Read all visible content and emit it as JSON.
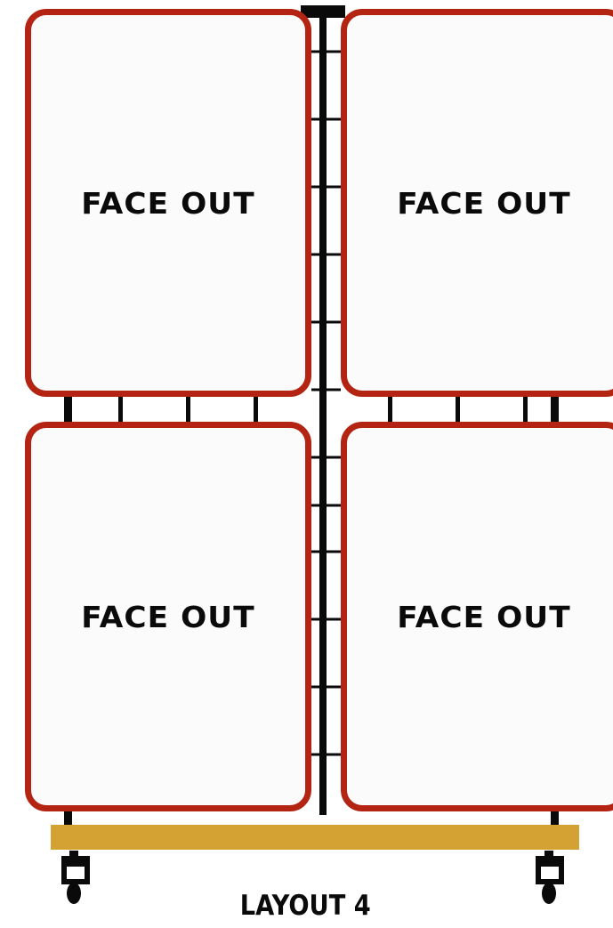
{
  "panels": {
    "top_left": {
      "label": "FACE OUT"
    },
    "top_right": {
      "label": "FACE OUT"
    },
    "bottom_left": {
      "label": "FACE OUT"
    },
    "bottom_right": {
      "label": "FACE OUT"
    }
  },
  "caption": "LAYOUT 4",
  "colors": {
    "panel_border": "#b32413",
    "panel_fill": "#fbfbfb",
    "frame": "#0a0a0a",
    "base_shelf": "#d4a233"
  }
}
